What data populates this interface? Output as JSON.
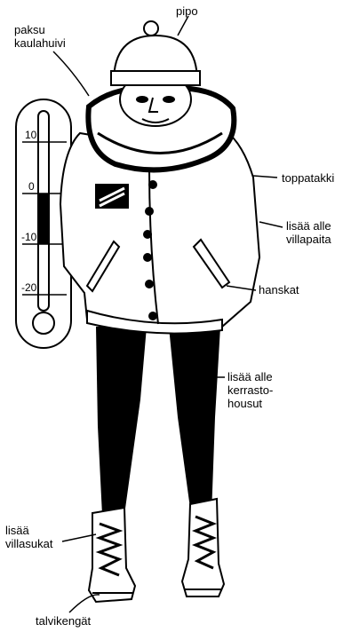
{
  "labels": {
    "pipo": "pipo",
    "scarf": "paksu\nkaulahuivi",
    "jacket": "toppatakki",
    "sweater": "lisää alle\nvillapaita",
    "gloves": "hanskat",
    "longjohns": "lisää alle\nkerrasto-\nhousut",
    "socks": "lisää\nvillasukat",
    "boots": "talvikengät"
  },
  "thermometer": {
    "ticks": [
      "10",
      "0",
      "-10",
      "-20"
    ],
    "level_from": -10,
    "level_to": 0
  },
  "colors": {
    "ink": "#000000",
    "paper": "#ffffff"
  }
}
